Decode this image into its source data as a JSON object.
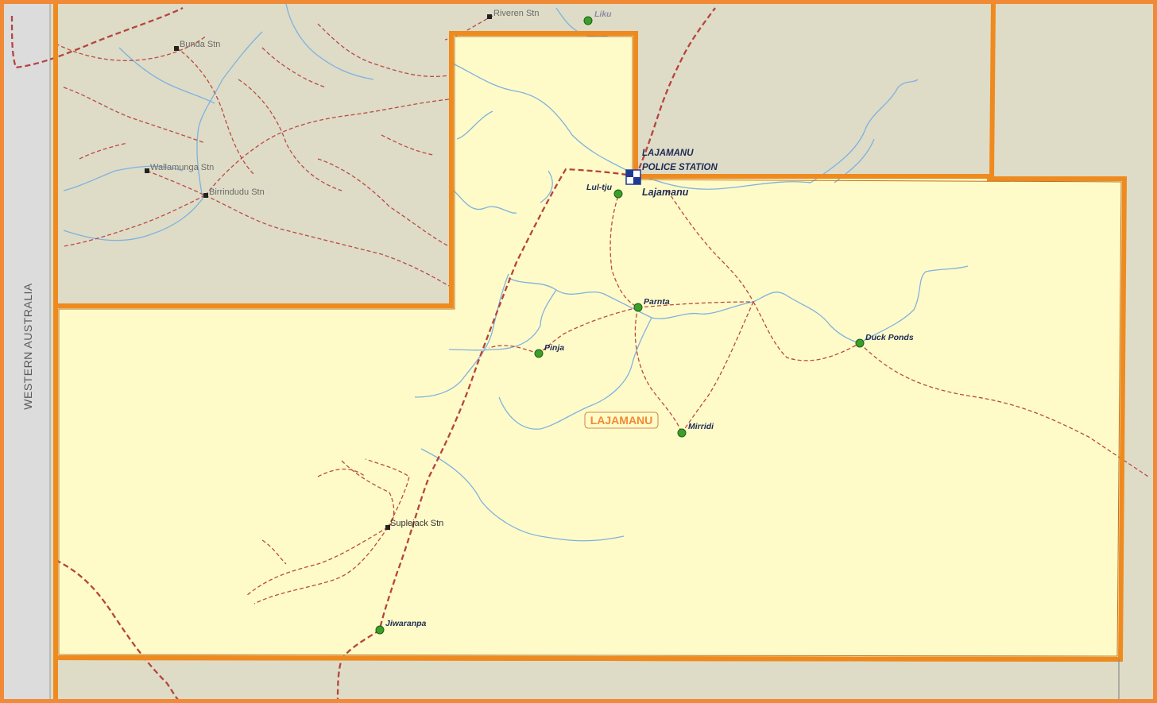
{
  "map": {
    "side_label": "WESTERN AUSTRALIA",
    "region_label": "LAJAMANU",
    "police_station": {
      "line1": "LAJAMANU",
      "line2": "POLICE STATION",
      "town": "Lajamanu"
    },
    "communities": [
      {
        "id": "lultju",
        "name": "Lul-tju"
      },
      {
        "id": "parnta",
        "name": "Parnta"
      },
      {
        "id": "pinja",
        "name": "Pinja"
      },
      {
        "id": "duckponds",
        "name": "Duck Ponds"
      },
      {
        "id": "mirridi",
        "name": "Mirridi"
      },
      {
        "id": "jiwaranpa",
        "name": "Jiwaranpa"
      },
      {
        "id": "liku",
        "name": "Liku"
      }
    ],
    "stations": [
      {
        "id": "bunda",
        "name": "Bunda Stn"
      },
      {
        "id": "wallamunga",
        "name": "Wallamunga Stn"
      },
      {
        "id": "birrindudu",
        "name": "Birrindudu Stn"
      },
      {
        "id": "supplejack",
        "name": "Suplejack Stn"
      },
      {
        "id": "riveren",
        "name": "Riveren Stn"
      }
    ],
    "colors": {
      "frame": "#f08a36",
      "outside_land": "#dedcc6",
      "region_fill": "#fffbc8",
      "boundary": "#ef8a1f",
      "roads": "#bb4a45",
      "rivers": "#7fb1e0",
      "community_dot": "#3aa02a",
      "police_icon": "#1f3a93",
      "state_strip": "#dcdcdc"
    }
  }
}
